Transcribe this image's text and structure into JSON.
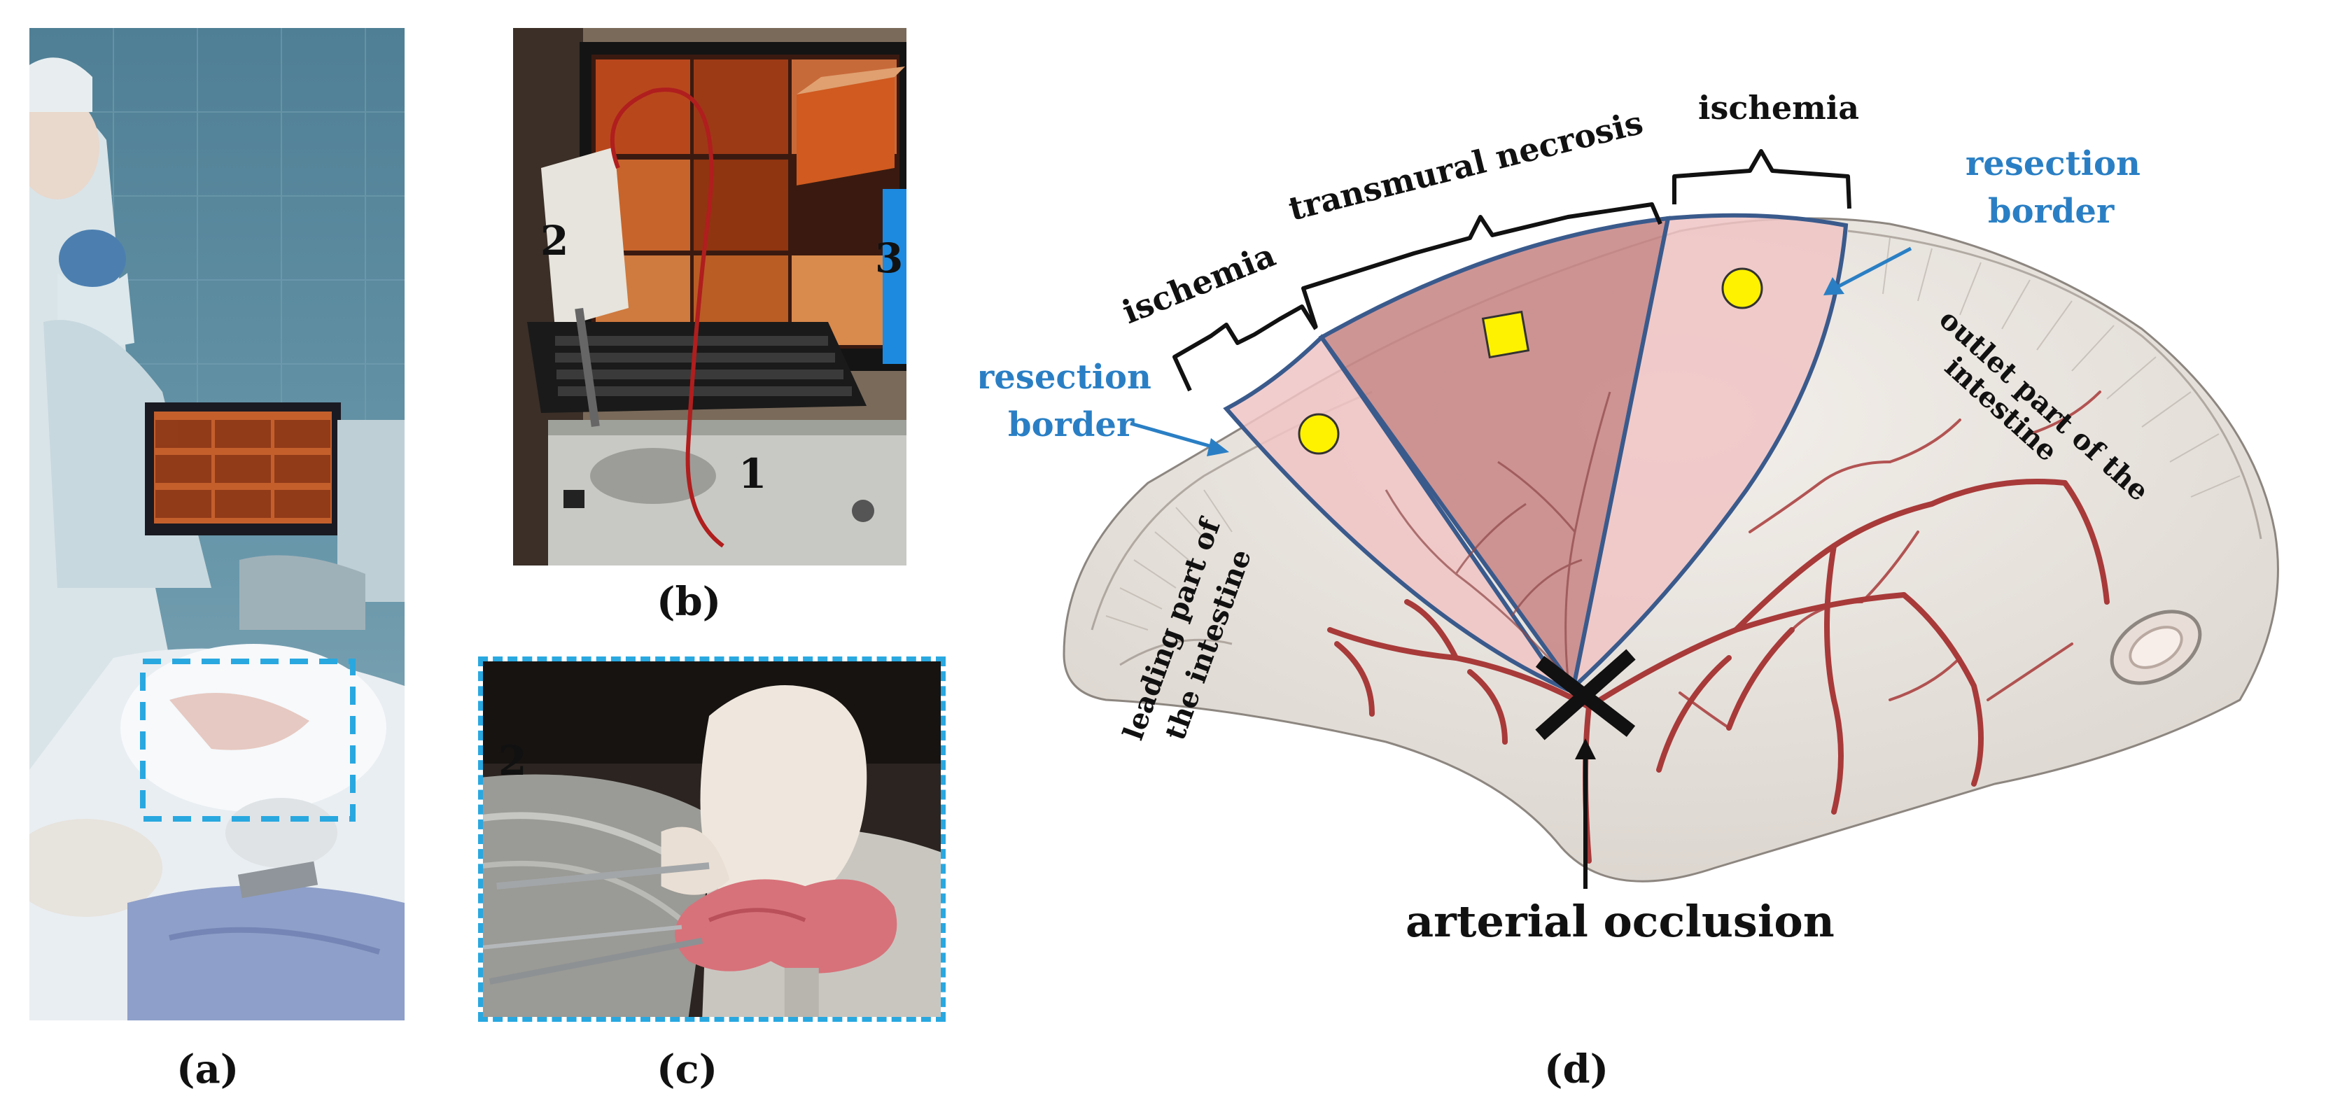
{
  "panels": {
    "a": {
      "label": "(a)"
    },
    "b": {
      "label": "(b)",
      "markers": [
        "2",
        "3",
        "1"
      ]
    },
    "c": {
      "label": "(c)",
      "markers": [
        "2"
      ]
    },
    "d": {
      "label": "(d)",
      "labels": {
        "ischemia_left": "ischemia",
        "transmural_necrosis": "transmural necrosis",
        "ischemia_right": "ischemia",
        "resection_border_left_1": "resection",
        "resection_border_left_2": "border",
        "resection_border_right_1": "resection",
        "resection_border_right_2": "border",
        "leading_part_1": "leading part of",
        "leading_part_2": "the intestine",
        "outlet_part_1": "outlet part of the",
        "outlet_part_2": "intestine",
        "arterial_occlusion": "arterial occlusion"
      }
    }
  },
  "colors": {
    "dashed_frame": "#29a8e0",
    "resection_blue": "#2a7fc4",
    "ischemia_fill": "#f0c4c4",
    "necrosis_fill": "#c98a8a",
    "segment_outline": "#3a5a8c",
    "marker_yellow": "#fff200",
    "vessel_red": "#a83a3a"
  }
}
